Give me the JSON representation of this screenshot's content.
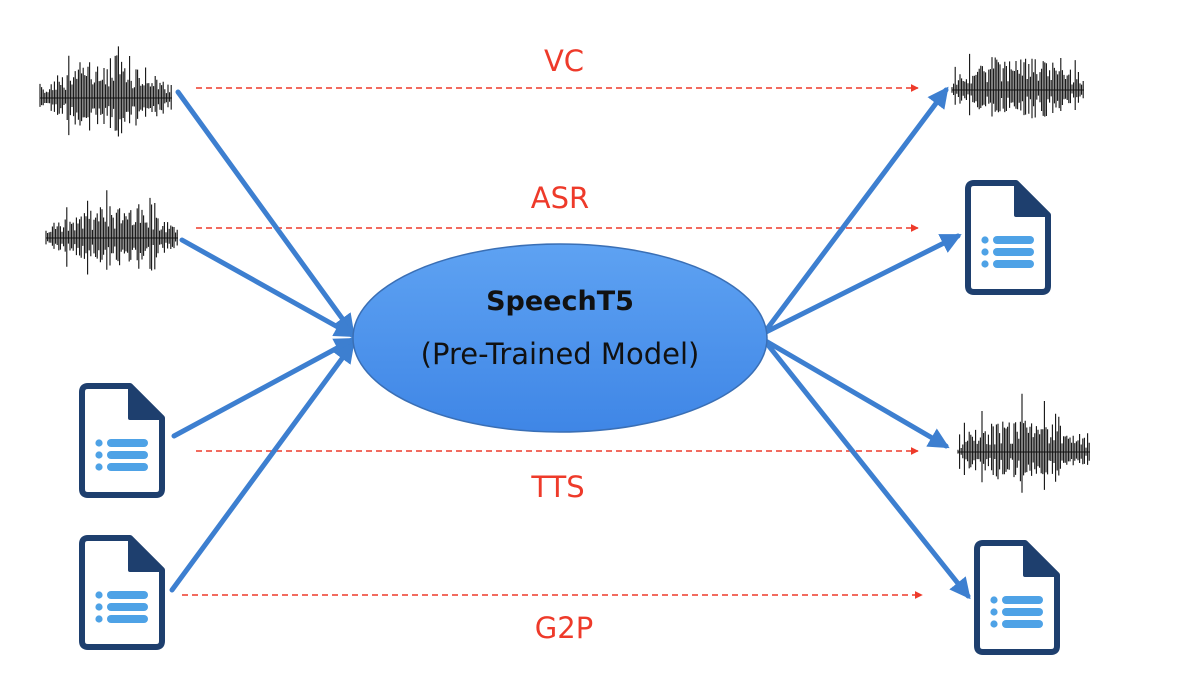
{
  "model": {
    "title": "SpeechT5",
    "subtitle": "(Pre-Trained Model)",
    "fill_color": "#4f95ee"
  },
  "tasks": [
    {
      "label": "VC",
      "input": "speech",
      "output": "speech"
    },
    {
      "label": "ASR",
      "input": "speech",
      "output": "text"
    },
    {
      "label": "TTS",
      "input": "text",
      "output": "speech"
    },
    {
      "label": "G2P",
      "input": "text",
      "output": "text"
    }
  ],
  "colors": {
    "task_label": "#ee3a2a",
    "dashed_arrow": "#ee3a2a",
    "flow_arrow": "#3d7fd0",
    "document_outline": "#1e3f6e",
    "document_list": "#4ea2e6",
    "waveform": "#111111"
  },
  "icons": {
    "speech": "waveform-icon",
    "text": "document-icon"
  }
}
